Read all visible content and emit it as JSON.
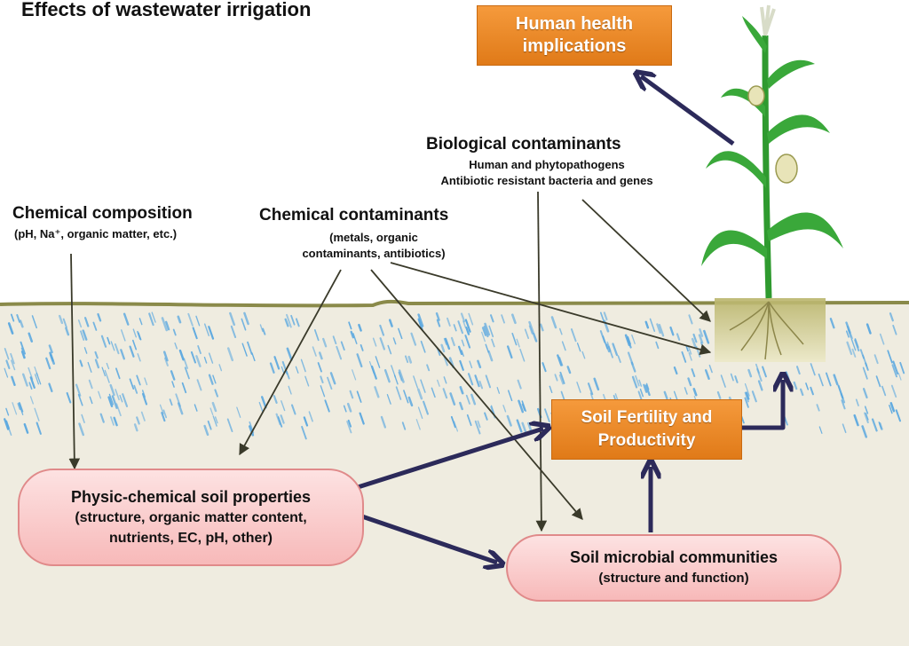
{
  "title": "Effects of wastewater irrigation",
  "chemical_composition": {
    "heading": "Chemical composition",
    "detail": "(pH, Na⁺, organic matter, etc.)"
  },
  "chemical_contaminants": {
    "heading": "Chemical contaminants",
    "detail_line1": "(metals, organic",
    "detail_line2": "contaminants, antibiotics)"
  },
  "biological_contaminants": {
    "heading": "Biological contaminants",
    "detail_line1": "Human and phytopathogens",
    "detail_line2": "Antibiotic resistant bacteria and genes"
  },
  "human_health": {
    "line1": "Human health",
    "line2": "implications"
  },
  "soil_fertility": {
    "line1": "Soil Fertility and",
    "line2": "Productivity"
  },
  "physic_chemical": {
    "line1": "Physic-chemical soil properties",
    "line2": "(structure, organic matter content,",
    "line3": "nutrients, EC, pH, other)"
  },
  "soil_microbial": {
    "line1": "Soil microbial communities",
    "line2": "(structure and function)"
  },
  "colors": {
    "soil": "#efece0",
    "soil_surface": "#8a8a4a",
    "water": "#5aa8e0",
    "orange_box": "#e8831f",
    "pink_box": "#f9c9c9",
    "thin_arrow": "#3a3a2a",
    "thick_arrow": "#2c2a5a",
    "plant": "#3aa83a"
  },
  "icons": [
    "corn-plant-icon",
    "water-drops-icon",
    "roots-icon"
  ]
}
